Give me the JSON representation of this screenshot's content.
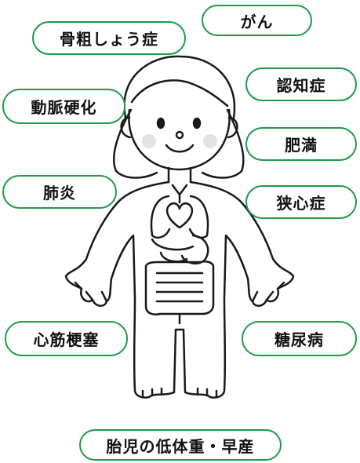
{
  "labels": {
    "osteoporosis": "骨粗しょう症",
    "cancer": "がん",
    "dementia": "認知症",
    "arteriosclerosis": "動脈硬化",
    "obesity": "肥満",
    "pneumonia": "肺炎",
    "angina": "狭心症",
    "myocardial_infarction": "心筋梗塞",
    "diabetes": "糖尿病",
    "fetal_low_birthweight": "胎児の低体重・早産"
  },
  "colors": {
    "accent": "#1f9a49",
    "outline": "#1a1a1a",
    "cheek": "#e3e3e3"
  }
}
